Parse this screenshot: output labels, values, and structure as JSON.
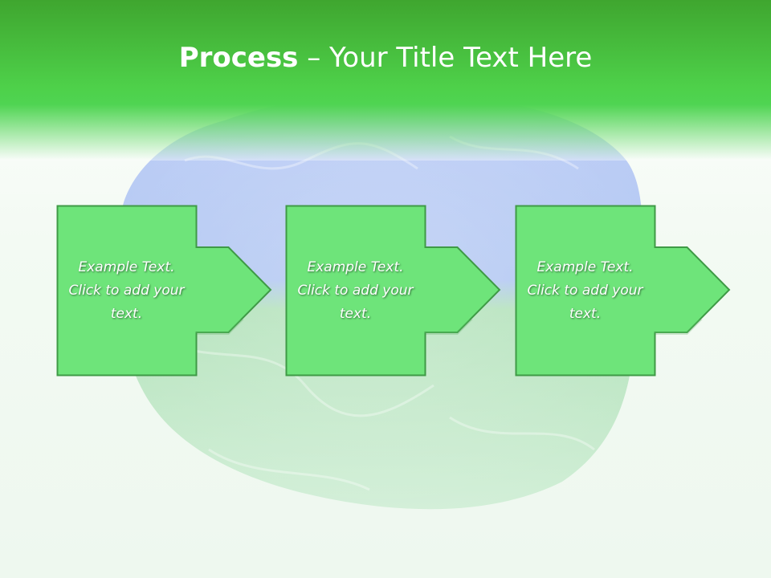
{
  "slide": {
    "title_bold": "Process",
    "title_rest": " – Your Title Text Here",
    "steps": [
      {
        "text": "Example Text. Click  to add your text."
      },
      {
        "text": "Example Text. Click  to add your text."
      },
      {
        "text": "Example Text. Click  to add your text."
      }
    ]
  },
  "colors": {
    "title_bar": "#4ed14a",
    "box_fill": "#6ee47a",
    "box_border": "#3f9a46",
    "brain_top": "#7d9cf2",
    "brain_bottom": "#5fcf70"
  },
  "icons": [
    "brain-image",
    "right-arrow-icon"
  ]
}
